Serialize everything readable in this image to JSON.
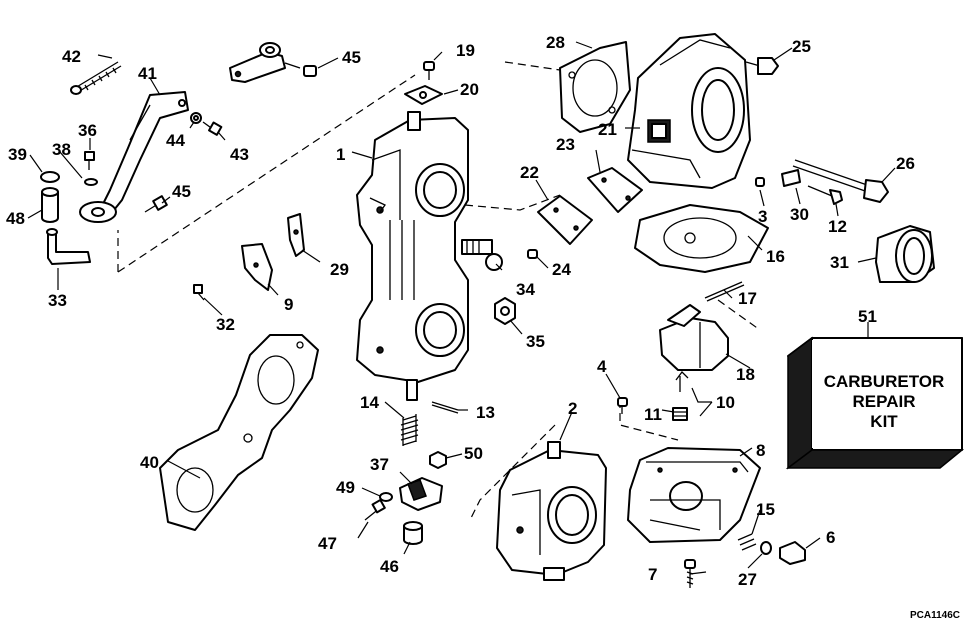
{
  "figure_code": "PCA1146C",
  "kit": {
    "line1": "CARBURETOR",
    "line2": "REPAIR",
    "line3": "KIT",
    "number": "51"
  },
  "callouts": {
    "c1": "1",
    "c2": "2",
    "c3": "3",
    "c4": "4",
    "c6": "6",
    "c7": "7",
    "c8": "8",
    "c9": "9",
    "c10": "10",
    "c11": "11",
    "c12": "12",
    "c13": "13",
    "c14": "14",
    "c15": "15",
    "c16": "16",
    "c17": "17",
    "c18": "18",
    "c19": "19",
    "c20": "20",
    "c21": "21",
    "c22": "22",
    "c23": "23",
    "c24": "24",
    "c25": "25",
    "c26": "26",
    "c27": "27",
    "c28": "28",
    "c29": "29",
    "c30": "30",
    "c31": "31",
    "c32": "32",
    "c33": "33",
    "c34": "34",
    "c35": "35",
    "c36": "36",
    "c37": "37",
    "c38": "38",
    "c39": "39",
    "c40": "40",
    "c41": "41",
    "c42": "42",
    "c43": "43",
    "c44": "44",
    "c45a": "45",
    "c45b": "45",
    "c46": "46",
    "c47": "47",
    "c48": "48",
    "c49": "49",
    "c50": "50"
  }
}
